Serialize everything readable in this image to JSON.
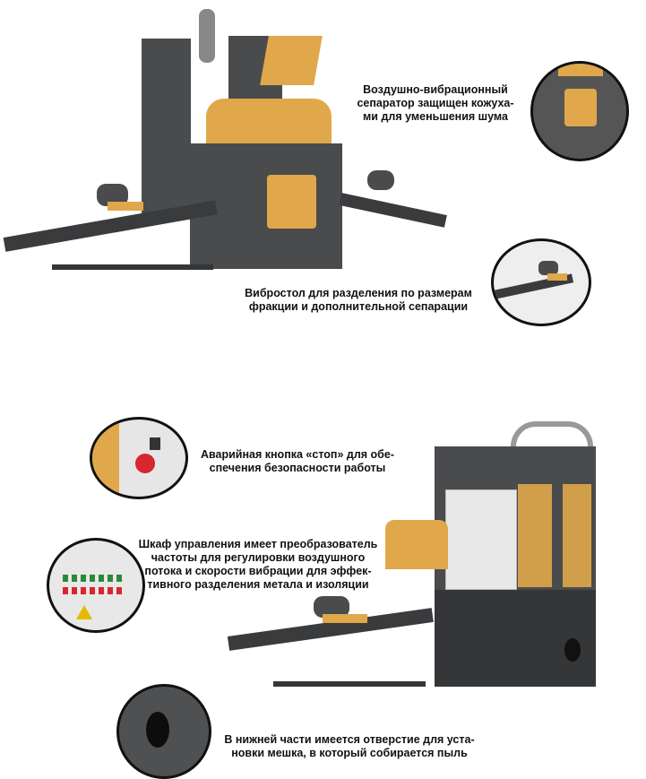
{
  "captions": {
    "separator": [
      "Воздушно-вибрационный",
      "сепаратор защищен кожуха-",
      "ми для уменьшения шума"
    ],
    "vibrotable": [
      "Вибростол для разделения по размерам",
      "фракции и дополнительной сепарации"
    ],
    "emergency": [
      "Аварийная кнопка «стоп» для обе-",
      "спечения безопасности работы"
    ],
    "cabinet": [
      "Шкаф управления имеет преобразователь",
      "частоты для регулировки воздушного",
      "потока и скорости вибрации для эффек-",
      "тивного разделения метала и изоляции"
    ],
    "bottom_hole": [
      "В нижней части имеется отверстие для уста-",
      "новки мешка, в который собирается пыль"
    ]
  },
  "colors": {
    "machine_grey": "#4a4b4d",
    "accent_orange": "#e0a84a",
    "stop_red": "#d8262e"
  }
}
